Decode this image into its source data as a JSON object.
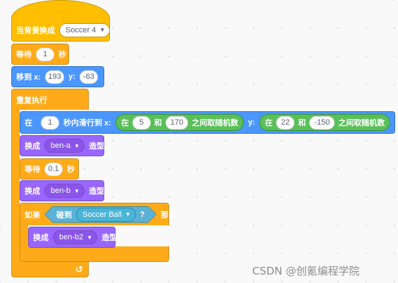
{
  "script": {
    "hat": {
      "label": "当背景换成",
      "backdrop": "Soccer 4"
    },
    "wait1": {
      "label": "等待",
      "value": "1",
      "unit": "秒"
    },
    "goto": {
      "label": "移到 x:",
      "x": "193",
      "ylabel": "y:",
      "y": "-63"
    },
    "forever": {
      "label": "重复执行"
    },
    "glide": {
      "prefix": "在",
      "secs": "1",
      "mid": "秒内滑行到 x:",
      "rand1": {
        "prefix": "在",
        "from": "5",
        "and": "和",
        "to": "170",
        "suffix": "之间取随机数"
      },
      "ylabel": "y:",
      "rand2": {
        "prefix": "在",
        "from": "22",
        "and": "和",
        "to": "-150",
        "suffix": "之间取随机数"
      }
    },
    "costume1": {
      "label": "换成",
      "costume": "ben-a",
      "suffix": "造型"
    },
    "wait2": {
      "label": "等待",
      "value": "0.1",
      "unit": "秒"
    },
    "costume2": {
      "label": "换成",
      "costume": "ben-b",
      "suffix": "造型"
    },
    "if_block": {
      "label": "如果",
      "then": "那么",
      "touching": {
        "label": "碰到",
        "target": "Soccer Ball",
        "q": "?"
      }
    },
    "costume3": {
      "label": "换成",
      "costume": "ben-b2",
      "suffix": "造型"
    }
  },
  "watermark": "CSDN @创氪编程学院",
  "icons": {
    "dropdown": "caret-down-icon",
    "loop": "loop-arrow-icon"
  },
  "colors": {
    "events": "#FFBF00",
    "control": "#FFAB19",
    "motion": "#4C97FF",
    "looks": "#9966FF",
    "operators": "#59C059",
    "sensing": "#5CB1D6"
  }
}
